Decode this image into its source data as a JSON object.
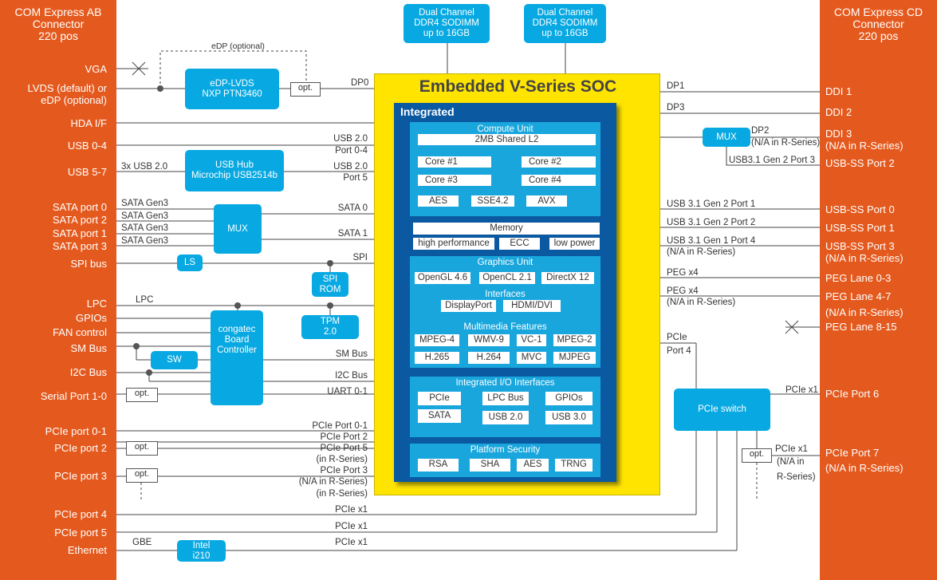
{
  "left_connector": {
    "title": [
      "COM Express AB",
      "Connector",
      "220 pos"
    ]
  },
  "right_connector": {
    "title": [
      "COM Express CD",
      "Connector",
      "220 pos"
    ]
  },
  "left_ports": {
    "vga": "VGA",
    "lvds": "LVDS (default) or",
    "lvds2": "eDP (optional)",
    "hda": "HDA I/F",
    "usb04": "USB 0-4",
    "usb57": "USB 5-7",
    "sata0": "SATA port 0",
    "sata2": "SATA port 2",
    "sata1": "SATA port 1",
    "sata3": "SATA port 3",
    "spi": "SPI bus",
    "lpc": "LPC",
    "gpios": "GPIOs",
    "fan": "FAN control",
    "smbus": "SM Bus",
    "i2c": "I2C Bus",
    "serial": "Serial Port 1-0",
    "pcie01": "PCIe port 0-1",
    "pcie2": "PCIe port 2",
    "pcie3": "PCIe port 3",
    "pcie4": "PCIe port 4",
    "pcie5": "PCIe port 5",
    "ethernet": "Ethernet"
  },
  "right_ports": {
    "ddi1": "DDI 1",
    "ddi2": "DDI 2",
    "ddi3": "DDI 3",
    "ddi3n": "(N/A in R-Series)",
    "usbss2": "USB-SS Port 2",
    "usbss0": "USB-SS Port 0",
    "usbss1": "USB-SS Port 1",
    "usbss3": "USB-SS Port 3",
    "usbss3n": "(N/A in R-Series)",
    "peg03": "PEG Lane 0-3",
    "peg47": "PEG Lane 4-7",
    "peg47n": "(N/A in R-Series)",
    "peg815": "PEG Lane 8-15",
    "pcie6": "PCIe Port 6",
    "pcie7": "PCIe Port 7",
    "pcie7n": "(N/A in R-Series)"
  },
  "memory_boxes": [
    [
      "Dual Channel",
      "DDR4 SODIMM",
      "up to 16GB"
    ],
    [
      "Dual Channel",
      "DDR4 SODIMM",
      "up to 16GB"
    ]
  ],
  "components": {
    "edp_lvds": [
      "eDP-LVDS",
      "NXP PTN3460"
    ],
    "usb_hub": [
      "USB Hub",
      "Microchip USB2514b"
    ],
    "mux": "MUX",
    "ls": "LS",
    "spi_rom": [
      "SPI",
      "ROM"
    ],
    "tpm": [
      "TPM",
      "2.0"
    ],
    "board_ctrl": [
      "congatec",
      "Board",
      "Controller"
    ],
    "sw": "SW",
    "mux_r": "MUX",
    "pcie_switch": "PCIe switch",
    "intel": [
      "Intel",
      "i210"
    ],
    "opt": "opt."
  },
  "signals": {
    "edp_opt": "eDP (optional)",
    "dp0": "DP0",
    "usb20a": "USB 2.0",
    "port04": "Port 0-4",
    "x3usb": "3x USB 2.0",
    "usb20b": "USB 2.0",
    "port5": "Port 5",
    "satag": "SATA Gen3",
    "sata0": "SATA 0",
    "sata1": "SATA 1",
    "spi": "SPI",
    "lpc": "LPC",
    "smbus": "SM Bus",
    "i2cbus": "I2C Bus",
    "uart": "UART 0-1",
    "pcie01": "PCIe Port 0-1",
    "pcie2": "PCIe Port 2",
    "pcie5": "PCIe Port 5",
    "inr": "(in R-Series)",
    "pcie3": "PCIe Port 3",
    "na": "(N/A in R-Series)",
    "pciex1": "PCIe x1",
    "gbe": "GBE",
    "dp1": "DP1",
    "dp3": "DP3",
    "dp2": "DP2",
    "dp2n": "(N/A in R-Series)",
    "usb31g2p2": "USB3.1 Gen 2 Port 3",
    "usb31g2p1": "USB 3.1 Gen 2 Port 1",
    "usb31g2p2b": "USB 3.1 Gen 2 Port 2",
    "usb31g1p4": "USB 3.1 Gen 1 Port 4",
    "pegx4": "PEG x4",
    "pcie": "PCIe",
    "port4": "Port 4",
    "pciex1r": "PCIe x1",
    "na_n": "(N/A in",
    "rser": "R-Series)"
  },
  "soc": {
    "title": "Embedded V-Series SOC",
    "integrated": "Integrated",
    "compute": {
      "title": "Compute Unit",
      "l2": "2MB Shared L2",
      "cores": [
        "Core #1",
        "Core #2",
        "Core #3",
        "Core #4"
      ],
      "ext": [
        "AES",
        "SSE4.2",
        "AVX"
      ]
    },
    "memory": {
      "title": "Memory",
      "items": [
        "high performance",
        "ECC",
        "low power"
      ]
    },
    "graphics": {
      "title": "Graphics Unit",
      "apis": [
        "OpenGL 4.6",
        "OpenCL 2.1",
        "DirectX 12"
      ],
      "if_title": "Interfaces",
      "ifs": [
        "DisplayPort",
        "HDMI/DVI"
      ],
      "mm_title": "Multimedia Features",
      "mm": [
        "MPEG-4",
        "WMV-9",
        "VC-1",
        "MPEG-2",
        "H.265",
        "H.264",
        "MVC",
        "MJPEG"
      ]
    },
    "io": {
      "title": "Integrated I/O Interfaces",
      "items": [
        "PCIe",
        "LPC Bus",
        "GPIOs",
        "SATA",
        "USB 2.0",
        "USB 3.0"
      ]
    },
    "security": {
      "title": "Platform Security",
      "items": [
        "RSA",
        "SHA",
        "AES",
        "TRNG"
      ]
    }
  }
}
